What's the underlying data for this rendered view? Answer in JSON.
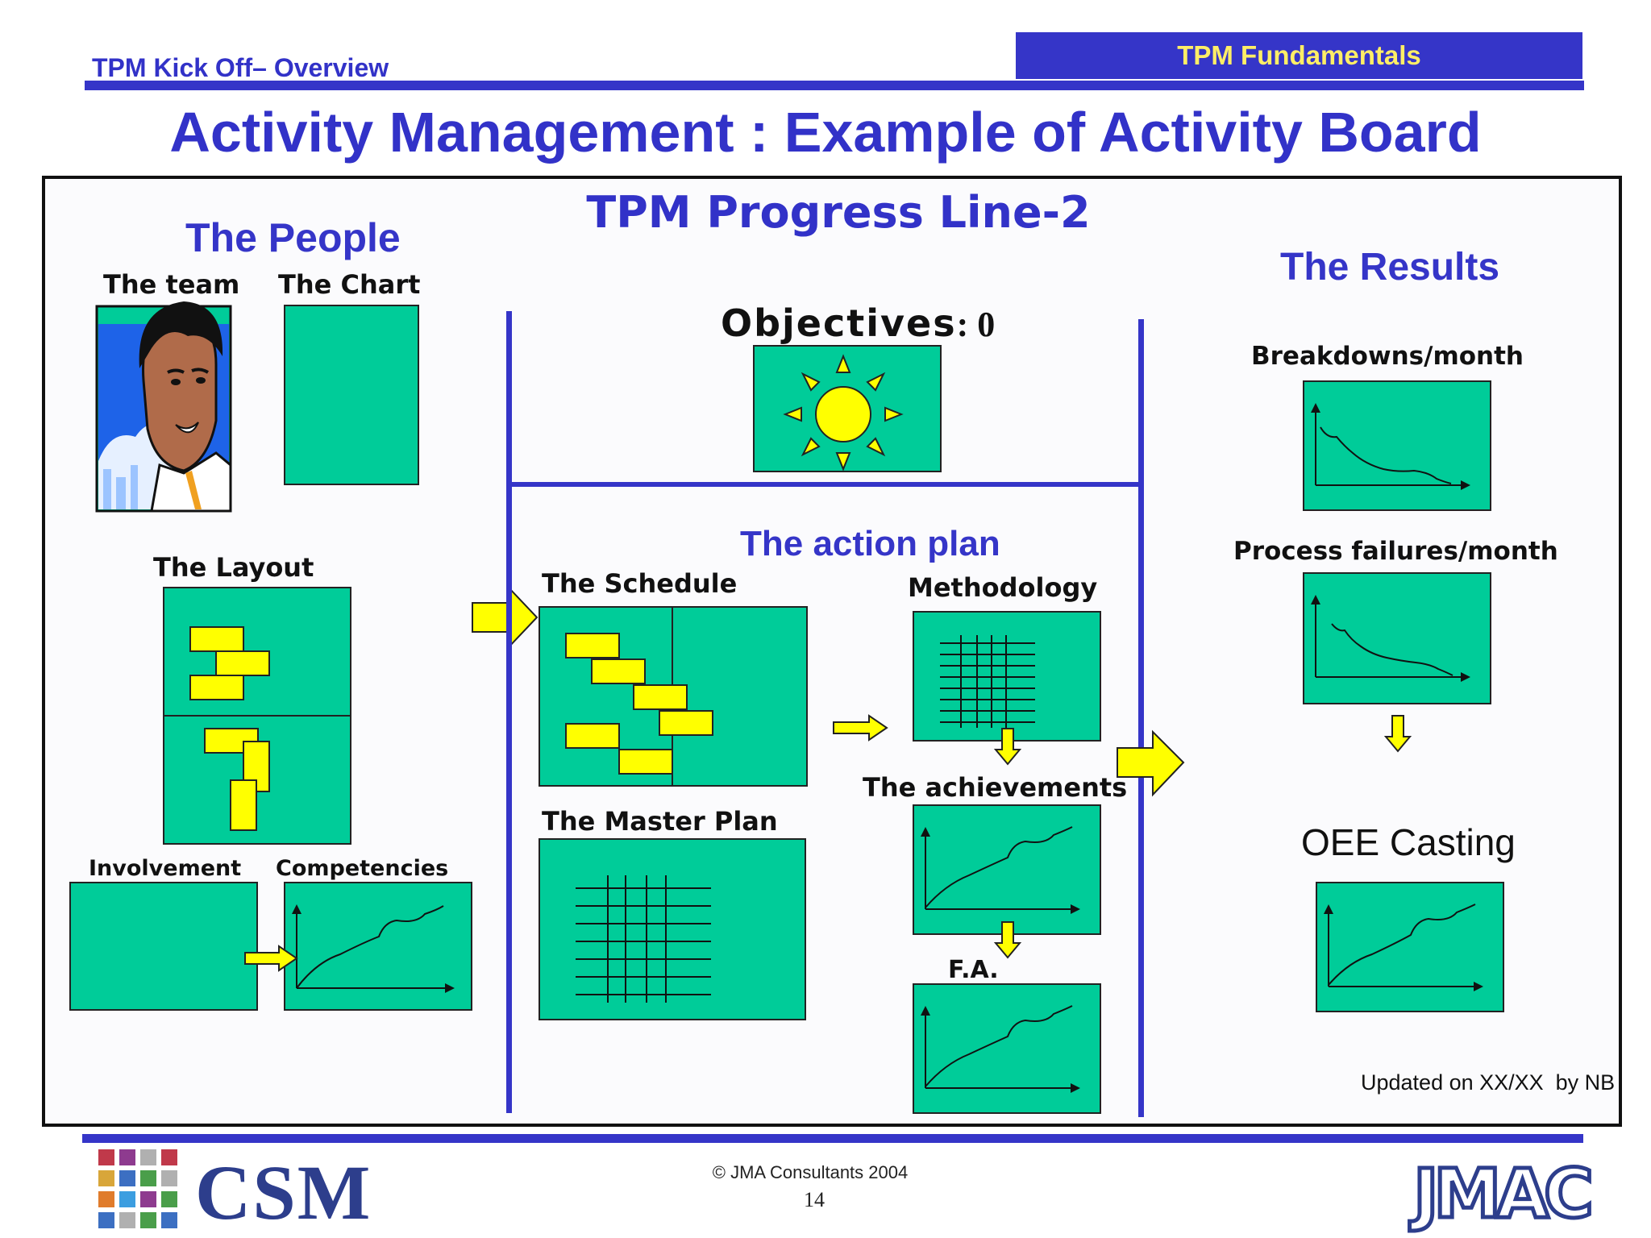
{
  "header": {
    "left_title": "TPM Kick Off– Overview",
    "right_title": "TPM Fundamentals"
  },
  "slide_title": "Activity Management : Example of Activity Board",
  "board": {
    "title": "TPM Progress Line-2",
    "people": {
      "heading": "The People",
      "team_label": "The team",
      "chart_label": "The Chart",
      "layout_label": "The Layout",
      "involvement_label": "Involvement",
      "competencies_label": "Competencies"
    },
    "objectives": {
      "label": "Objectives",
      "value": ": 0"
    },
    "action_plan": {
      "heading": "The action plan",
      "schedule_label": "The Schedule",
      "methodology_label": "Methodology",
      "master_plan_label": "The Master Plan",
      "achievements_label": "The achievements",
      "fa_label": "F.A."
    },
    "results": {
      "heading": "The Results",
      "breakdowns_label": "Breakdowns/month",
      "process_failures_label": "Process failures/month",
      "oee_label": "OEE Casting"
    },
    "updated_text": "Updated on XX/XX  by NB"
  },
  "footer": {
    "logo_left": "CSM",
    "copyright": "© JMA Consultants 2004",
    "page_number": "14",
    "logo_right": "JMAC"
  },
  "colors": {
    "brand_blue": "#3535c8",
    "panel_green": "#00cc99",
    "arrow_yellow": "#ffff00",
    "header_text_yellow": "#ffee66"
  },
  "icons": [
    "man-portrait-icon",
    "sun-icon",
    "arrow-right-icon",
    "arrow-down-icon",
    "trend-chart-icon",
    "grid-icon",
    "csm-logo-icon",
    "jmac-logo-icon"
  ]
}
